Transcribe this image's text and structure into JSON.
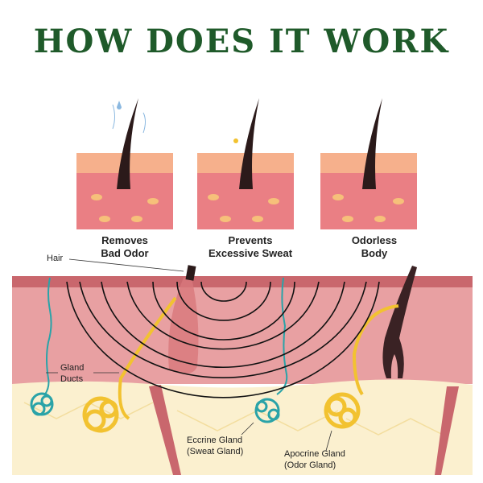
{
  "title": "HOW DOES IT WORK",
  "panels": [
    {
      "line1": "Removes",
      "line2": "Bad Odor"
    },
    {
      "line1": "Prevents",
      "line2": "Excessive Sweat"
    },
    {
      "line1": "Odorless",
      "line2": "Body"
    }
  ],
  "labels": {
    "hair": "Hair",
    "gland_ducts_1": "Gland",
    "gland_ducts_2": "Ducts",
    "eccrine_1": "Eccrine Gland",
    "eccrine_2": "(Sweat Gland)",
    "apocrine_1": "Apocrine Gland",
    "apocrine_2": "(Odor Gland)"
  },
  "colors": {
    "title": "#1f5a2a",
    "skin": "#e59a9c",
    "fat": "#fbf0cf",
    "eccrine": "#2aa3a8",
    "apocrine": "#f2c230"
  }
}
